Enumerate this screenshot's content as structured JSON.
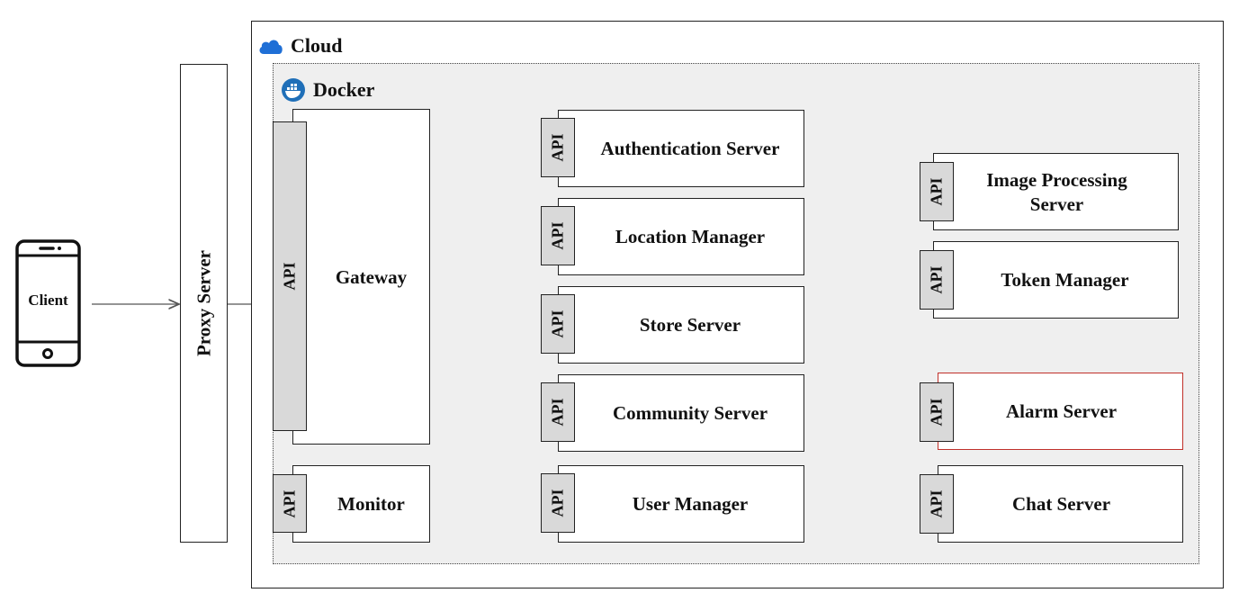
{
  "client": {
    "label": "Client",
    "icon": "smartphone-icon"
  },
  "proxy": {
    "label": "Proxy Server"
  },
  "cloud": {
    "label": "Cloud",
    "icon": "cloud-icon",
    "icon_color": "#1f6fd6"
  },
  "docker": {
    "label": "Docker",
    "icon": "docker-whale-icon",
    "icon_color": "#1f6fb8"
  },
  "api_label": "API",
  "gateway": {
    "label": "Gateway"
  },
  "monitor": {
    "label": "Monitor"
  },
  "services": [
    {
      "label": "Authentication Server"
    },
    {
      "label": "Location Manager"
    },
    {
      "label": "Store Server"
    },
    {
      "label": "Community Server"
    },
    {
      "label": "User Manager"
    }
  ],
  "right_services": [
    {
      "label": "Image Processing Server"
    },
    {
      "label": "Token Manager"
    },
    {
      "label": "Alarm Server",
      "border_color": "#c0302a"
    },
    {
      "label": "Chat Server"
    }
  ]
}
